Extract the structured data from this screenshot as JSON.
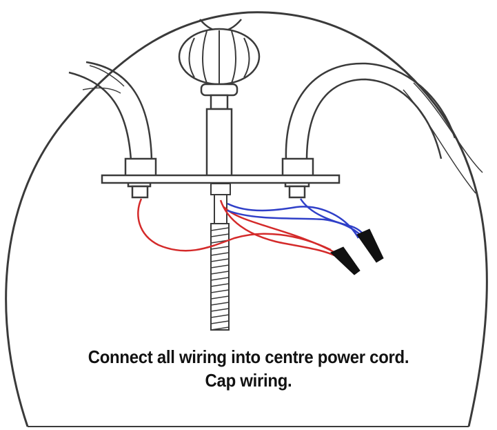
{
  "diagram": {
    "caption_lines": [
      "Connect all wiring into centre power cord.",
      "Cap wiring."
    ],
    "colors": {
      "outline": "#3a3a3a",
      "live_wire": "#d42a2a",
      "neutral_wire": "#2f3fc8",
      "wire_cap": "#111111"
    },
    "parts": [
      "globe-outline",
      "left-arm",
      "right-arm",
      "finial",
      "centre-stem",
      "cross-bar",
      "threaded-rod",
      "wire-caps"
    ]
  }
}
